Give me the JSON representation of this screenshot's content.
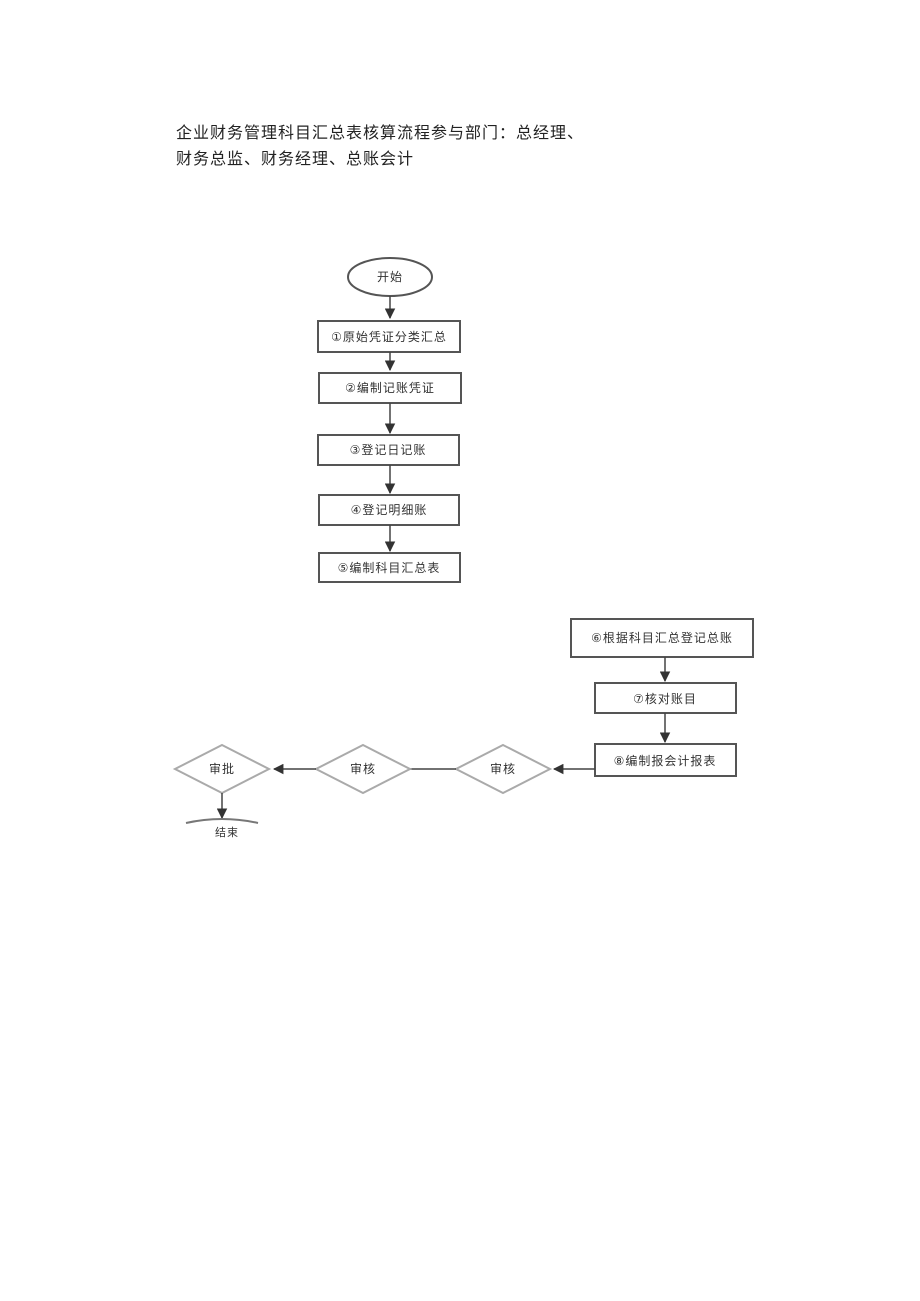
{
  "heading": {
    "line1": "企业财务管理科目汇总表核算流程参与部门：总经理、",
    "line2": "财务总监、财务经理、总账会计"
  },
  "flow": {
    "start": "开始",
    "step1": "①原始凭证分类汇总",
    "step2": "②编制记账凭证",
    "step3": "③登记日记账",
    "step4": "④登记明细账",
    "step5": "⑤编制科目汇总表",
    "step6": "⑥根据科目汇总登记总账",
    "step7": "⑦核对账目",
    "step8": "⑧编制报会计报表",
    "review1": "审核",
    "review2": "审核",
    "approve": "审批",
    "end": "结束"
  }
}
